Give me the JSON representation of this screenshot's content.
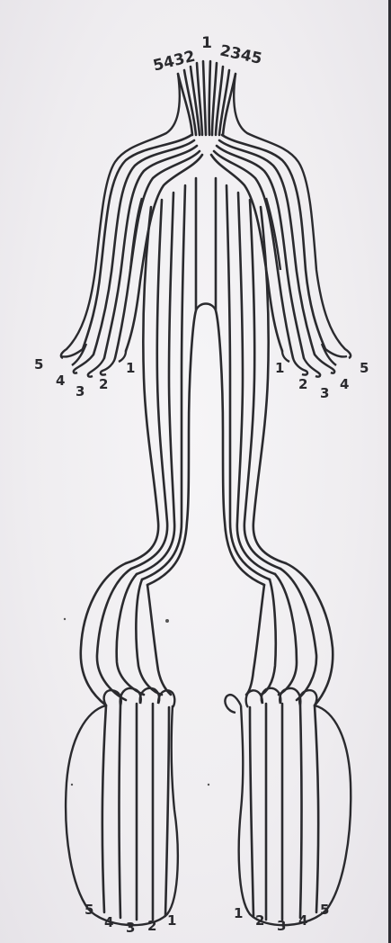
{
  "head_labels": {
    "left": "5432",
    "center": "1",
    "right": "2345"
  },
  "left_hand_labels": [
    "5",
    "4",
    "3",
    "2",
    "1"
  ],
  "right_hand_labels": [
    "1",
    "2",
    "3",
    "4",
    "5"
  ],
  "left_foot_labels": [
    "5",
    "4",
    "3",
    "2",
    "1"
  ],
  "right_foot_labels": [
    "1",
    "2",
    "3",
    "4",
    "5"
  ],
  "colors": {
    "ink": "#2a2a2e",
    "paper": "#f1eff2"
  }
}
